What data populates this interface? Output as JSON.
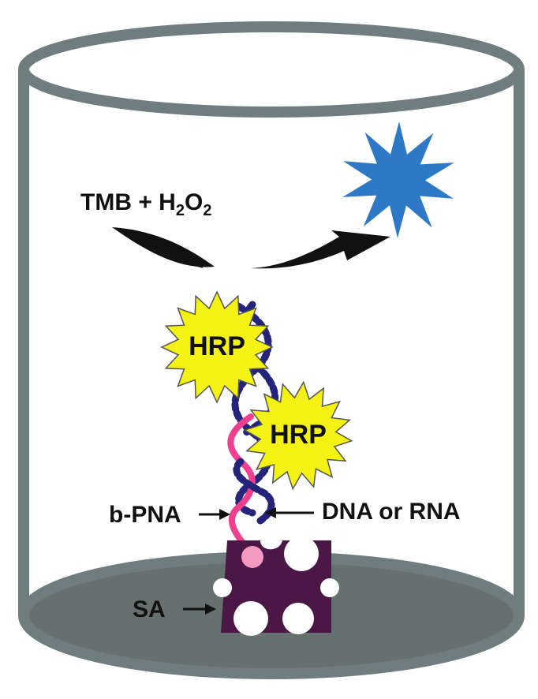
{
  "labels": {
    "reagent_main": "TMB + H",
    "reagent_sub1": "2",
    "reagent_mid": "O",
    "reagent_sub2": "2",
    "enzyme_top": "HRP",
    "enzyme_bottom": "HRP",
    "probe": "b-PNA",
    "target": "DNA or RNA",
    "surface_protein": "SA"
  },
  "icons": {
    "reaction_arrow": "curved-arrow-icon",
    "product_signal": "blue-starburst-icon",
    "probe_arrow": "right-arrow-icon",
    "target_arrow": "left-arrow-icon",
    "sa_arrow": "right-arrow-icon"
  },
  "colors": {
    "well": "#6f7d7f",
    "well_bottom": "#65706f",
    "product": "#2d79c6",
    "enzyme": "#f4f114",
    "target_strand": "#24257a",
    "probe_strand": "#ef3f8e",
    "biotin": "#f49ac1",
    "streptavidin": "#4a1746",
    "arrow": "#111111"
  }
}
